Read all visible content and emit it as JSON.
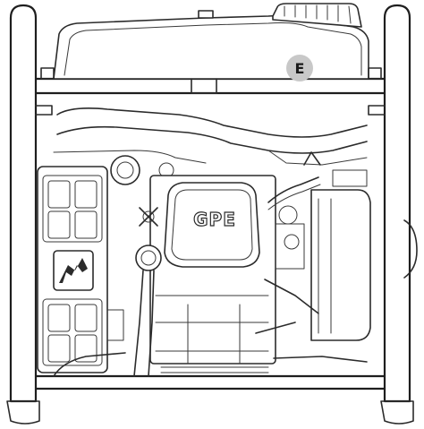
{
  "callout": {
    "letter": "E"
  },
  "badge": {
    "text": "GPE"
  },
  "colors": {
    "line": "#2b2b2b",
    "callout_fill": "#c8c8c8",
    "background": "#ffffff"
  },
  "icons": {
    "frame": "generator-frame",
    "engine": "engine-cover",
    "tank": "fuel-tank"
  }
}
